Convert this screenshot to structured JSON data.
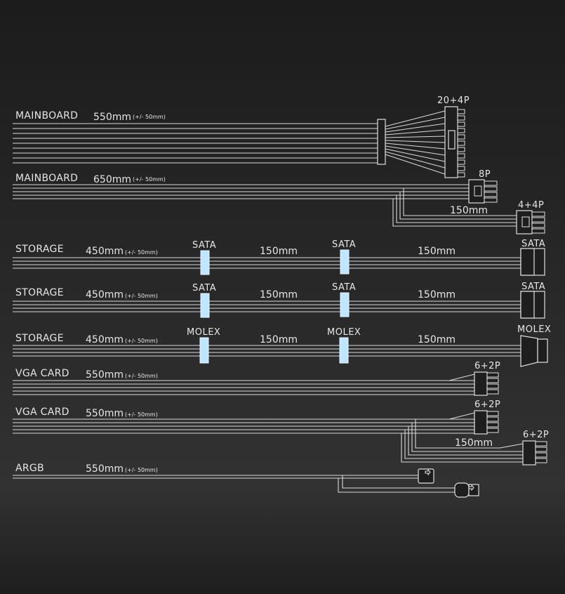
{
  "cables": [
    {
      "label": "MAINBOARD",
      "length": "550mm",
      "tolerance": "(+/- 50mm)",
      "connector": "20+4P"
    },
    {
      "label": "MAINBOARD",
      "length": "650mm",
      "tolerance": "(+/- 50mm)",
      "connector_a": "8P",
      "connector_b": "4+4P",
      "split": "150mm"
    },
    {
      "label": "STORAGE",
      "length": "450mm",
      "tolerance": "(+/- 50mm)",
      "c1": "SATA",
      "seg1": "150mm",
      "c2": "SATA",
      "seg2": "150mm",
      "c3": "SATA"
    },
    {
      "label": "STORAGE",
      "length": "450mm",
      "tolerance": "(+/- 50mm)",
      "c1": "SATA",
      "seg1": "150mm",
      "c2": "SATA",
      "seg2": "150mm",
      "c3": "SATA"
    },
    {
      "label": "STORAGE",
      "length": "450mm",
      "tolerance": "(+/- 50mm)",
      "c1": "MOLEX",
      "seg1": "150mm",
      "c2": "MOLEX",
      "seg2": "150mm",
      "c3": "MOLEX"
    },
    {
      "label": "VGA CARD",
      "length": "550mm",
      "tolerance": "(+/- 50mm)",
      "connector": "6+2P"
    },
    {
      "label": "VGA CARD",
      "length": "550mm",
      "tolerance": "(+/- 50mm)",
      "connector_a": "6+2P",
      "connector_b": "6+2P",
      "split": "150mm"
    },
    {
      "label": "ARGB",
      "length": "550mm",
      "tolerance": "(+/- 50mm)"
    }
  ],
  "colors": {
    "wire": "#d9d9d9",
    "background": "#262626",
    "highlight": "#bfe6ff"
  }
}
